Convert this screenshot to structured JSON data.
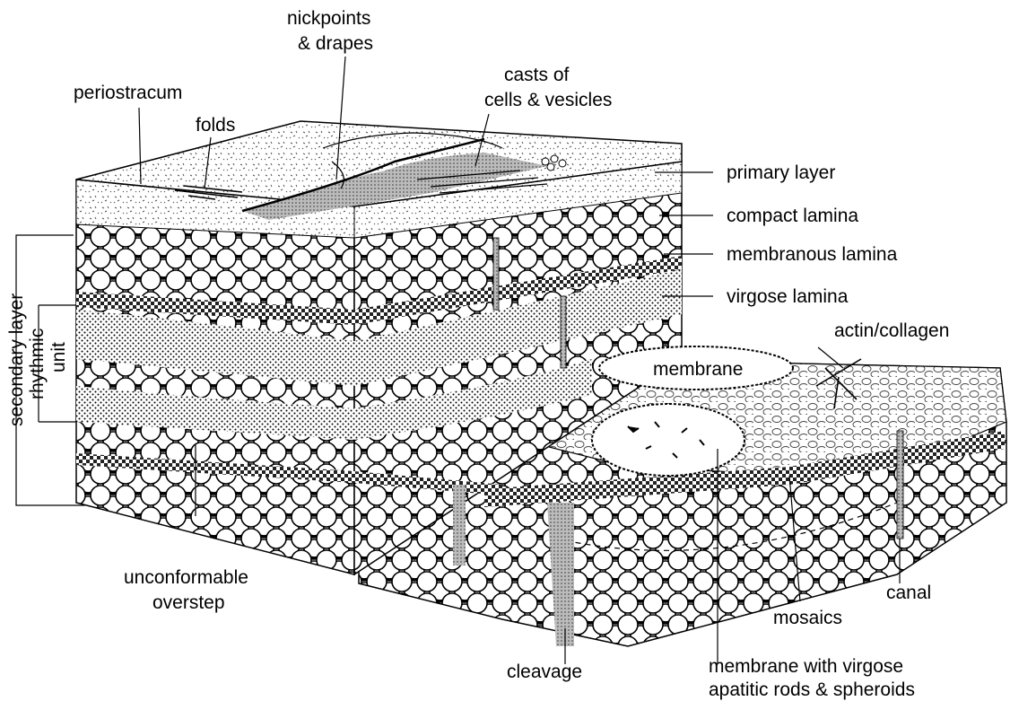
{
  "labels": {
    "nickpoints_1": "nickpoints",
    "nickpoints_2": "& drapes",
    "casts_1": "casts of",
    "casts_2": "cells & vesicles",
    "periostracum": "periostracum",
    "folds": "folds",
    "primary_layer": "primary layer",
    "compact_lamina": "compact lamina",
    "membranous_lamina": "membranous lamina",
    "virgose_lamina": "virgose lamina",
    "actin_collagen": "actin/collagen",
    "membrane": "membrane",
    "secondary_layer": "secondary layer",
    "rhythmic": "rhythmic",
    "unit": "unit",
    "unconformable": "unconformable",
    "overstep": "overstep",
    "cleavage": "cleavage",
    "membrane_virgose_1": "membrane with virgose",
    "membrane_virgose_2": "apatitic rods & spheroids",
    "mosaics": "mosaics",
    "canal": "canal"
  },
  "colors": {
    "ink": "#000000",
    "paper": "#ffffff",
    "stipple": "#9a9a9a",
    "band": "#3a3a3a"
  }
}
